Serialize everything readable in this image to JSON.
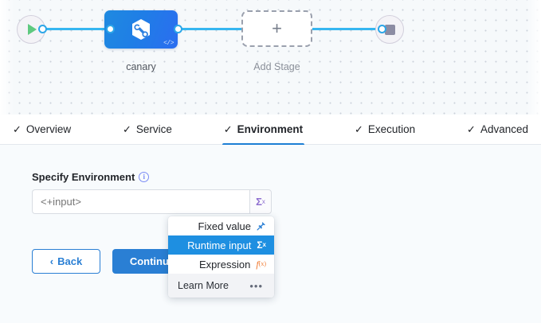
{
  "canvas": {
    "start_node": {
      "name": "start-node",
      "icon": "play-icon"
    },
    "end_node": {
      "name": "end-node",
      "icon": "stop-icon"
    },
    "stage": {
      "label": "canary",
      "icon": "harness-hexagon-icon",
      "code_glyph": "</>"
    },
    "add_stage": {
      "label": "Add Stage",
      "icon": "plus-icon"
    }
  },
  "tabs": [
    {
      "label": "Overview",
      "check": "✓",
      "active": false
    },
    {
      "label": "Service",
      "check": "✓",
      "active": false
    },
    {
      "label": "Environment",
      "check": "✓",
      "active": true
    },
    {
      "label": "Execution",
      "check": "✓",
      "active": false
    },
    {
      "label": "Advanced",
      "check": "✓",
      "active": false
    }
  ],
  "form": {
    "field_label": "Specify Environment",
    "info_icon": "i",
    "input_value": "<+input>",
    "input_placeholder": "<+input>",
    "sigma_button_label": "Σ",
    "sigma_button_sup": "x"
  },
  "footer": {
    "back_label": "Back",
    "back_chevron": "‹",
    "continue_label": "Continue"
  },
  "dropdown": {
    "items": [
      {
        "label": "Fixed value",
        "icon": "pin-icon",
        "selected": false
      },
      {
        "label": "Runtime input",
        "icon": "sigma-x-icon",
        "selected": true
      },
      {
        "label": "Expression",
        "icon": "f-of-x-icon",
        "selected": false
      }
    ],
    "footer_label": "Learn More",
    "footer_icon": "•••"
  },
  "colors": {
    "accent_blue": "#2a7fd4",
    "selected_blue": "#1e8fe1",
    "link_blue": "#35b6f0",
    "sigma_purple": "#8f6fd0",
    "expression_orange": "#f07b32",
    "play_green": "#5fc97f",
    "canvas_bg": "#f6f9fb",
    "form_bg": "#f8fbfd"
  }
}
